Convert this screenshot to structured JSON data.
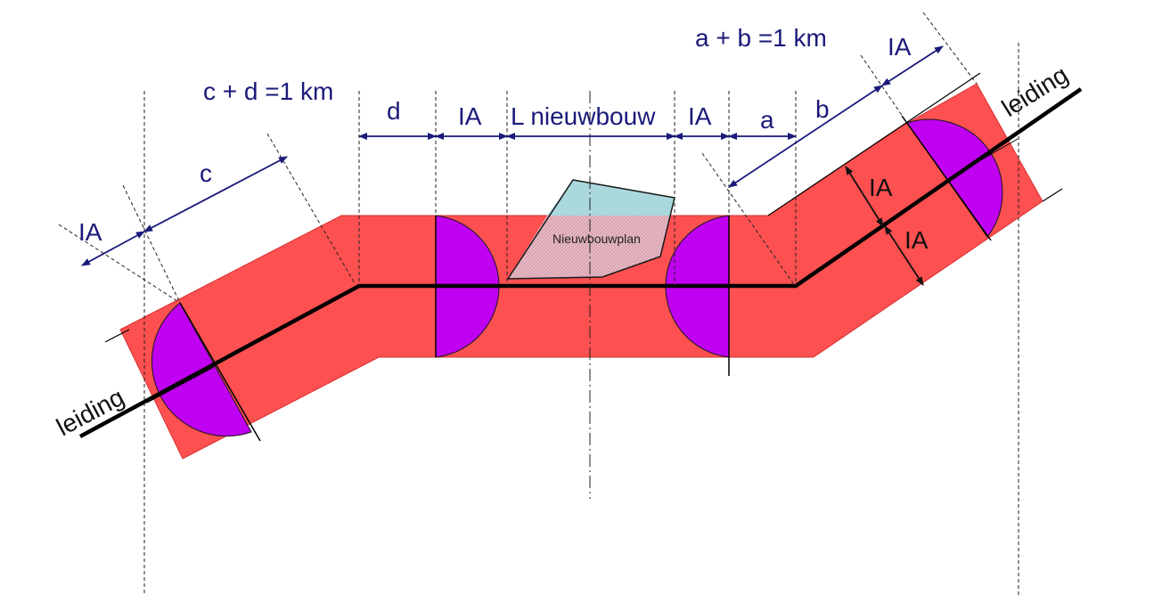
{
  "labels": {
    "ab_total": "a + b =1 km",
    "cd_total": "c + d =1 km",
    "ia_top_right": "IA",
    "ia_left": "IA",
    "ia_mid_left": "IA",
    "ia_mid_right": "IA",
    "ia_perp_upper": "IA",
    "ia_perp_lower": "IA",
    "c": "c",
    "d": "d",
    "a": "a",
    "b": "b",
    "l_nieuwbouw": "L nieuwbouw",
    "leiding_left": "leiding",
    "leiding_right": "leiding",
    "nieuwbouwplan": "Nieuwbouwplan"
  },
  "colors": {
    "zone": "#fd5050",
    "circle": "#c000f0",
    "plan_top": "#aad8dc",
    "plan_bottom": "#e7b7c4",
    "arrow": "#1a1a7a",
    "pipe": "#000000"
  }
}
